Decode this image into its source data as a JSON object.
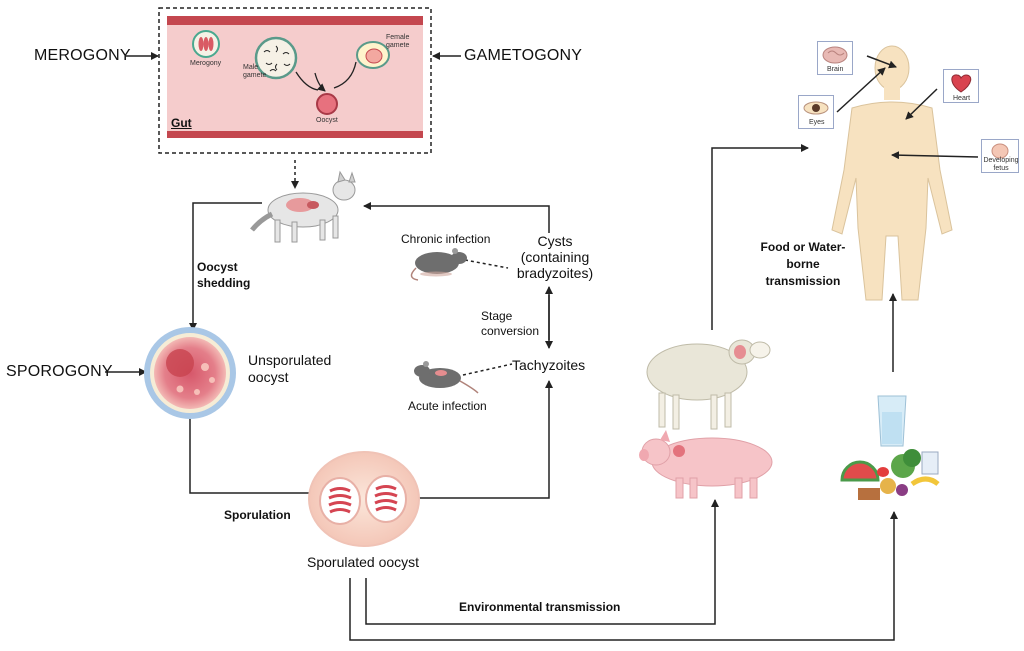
{
  "stages": {
    "merogony": "MEROGONY",
    "gametogony": "GAMETOGONY",
    "sporogony": "SPOROGONY"
  },
  "gut_inset": {
    "title": "Gut",
    "merogony": "Merogony",
    "male_gamete": "Male\ngamete",
    "female_gamete": "Female\ngamete",
    "oocyst": "Oocyst"
  },
  "cycle": {
    "oocyst_shedding": "Oocyst\nshedding",
    "unsporulated_oocyst": "Unsporulated\noocyst",
    "sporulation": "Sporulation",
    "sporulated_oocyst": "Sporulated oocyst",
    "chronic_infection": "Chronic infection",
    "cysts": "Cysts\n(containing\nbradyzoites)",
    "stage_conversion": "Stage\nconversion",
    "tachyzoites": "Tachyzoites",
    "acute_infection": "Acute infection"
  },
  "transmission": {
    "environmental": "Environmental transmission",
    "food_water": "Food or Water-\nborne\ntransmission"
  },
  "organs": {
    "brain": "Brain",
    "eyes": "Eyes",
    "heart": "Heart",
    "fetus": "Developing\nfetus"
  },
  "colors": {
    "gut_band": "#c4474f",
    "gut_fill": "#f5cccc",
    "oocyst_wall": "#a9c7e6",
    "skin": "#f7e2c0",
    "arrow": "#222222"
  }
}
